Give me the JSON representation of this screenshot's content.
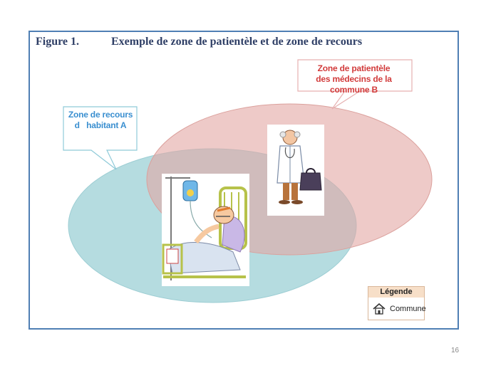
{
  "figure": {
    "number": "Figure 1.",
    "caption": "Exemple de zone de patientèle et de zone de recours"
  },
  "callouts": {
    "zone_b_line1": "Zone de patientèle",
    "zone_b_line2": "des médecins de la commune B",
    "zone_a_line1": "Zone de recours",
    "zone_a_line2": "d   habitant A"
  },
  "legend": {
    "title": "Légende",
    "item": "Commune",
    "item_icon": "house-icon"
  },
  "colors": {
    "frame": "#4f7fb4",
    "title": "#2f3f66",
    "zone_b_fill": "#e9b5b1",
    "zone_a_fill": "#a8d6da",
    "zone_b_text": "#d23b3b",
    "zone_a_text": "#3a8fd0"
  },
  "page_number": "16"
}
